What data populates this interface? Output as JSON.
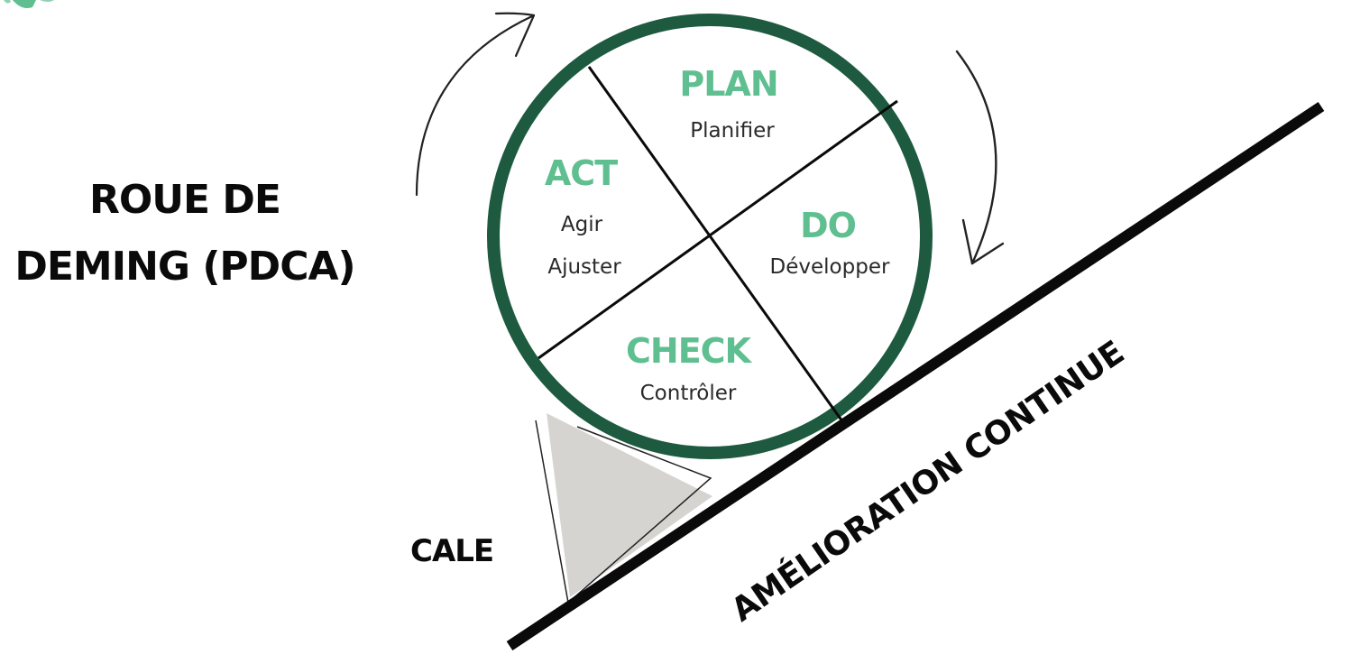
{
  "title": {
    "line1": "ROUE DE",
    "line2": "DEMING (PDCA)"
  },
  "wheel": {
    "phases": [
      {
        "key": "plan",
        "label": "PLAN",
        "lines": [
          "Planifier"
        ]
      },
      {
        "key": "do",
        "label": "DO",
        "lines": [
          "Développer"
        ]
      },
      {
        "key": "check",
        "label": "CHECK",
        "lines": [
          "Contrôler"
        ]
      },
      {
        "key": "act",
        "label": "ACT",
        "lines": [
          "Agir",
          "Ajuster"
        ]
      }
    ],
    "rotation": "clockwise"
  },
  "wedge": {
    "label": "CALE"
  },
  "slope": {
    "label": "AMÉLIORATION CONTINUE"
  },
  "colors": {
    "ring": "#1d5a3f",
    "phase_label": "#5fbf90",
    "wedge_fill": "#d6d4d0",
    "line": "#0a0a0a",
    "logo": "#5fbf90"
  }
}
